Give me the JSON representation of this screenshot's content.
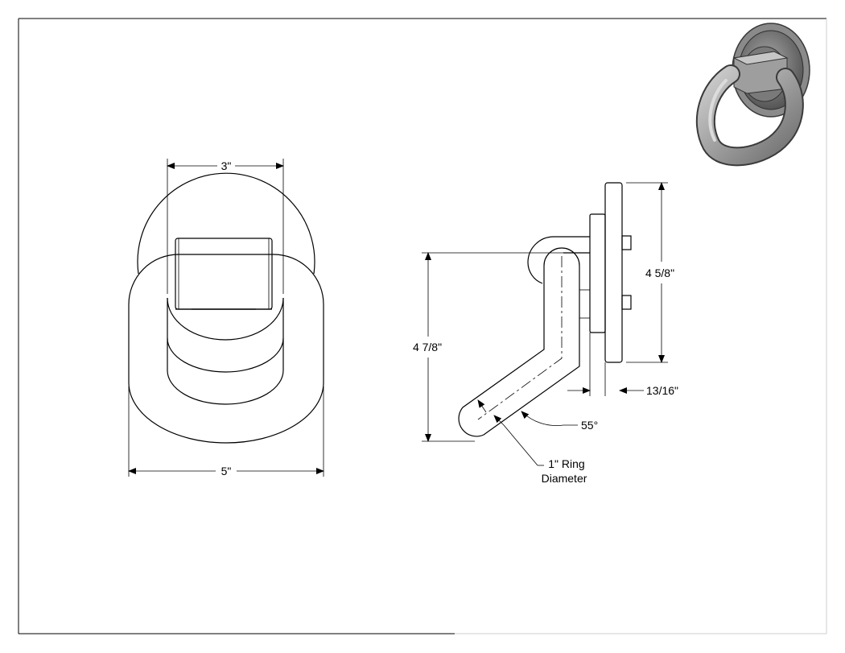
{
  "dimensions": {
    "front_view": {
      "top_width": "3\"",
      "overall_width": "5\""
    },
    "side_view": {
      "ring_height": "4 7/8\"",
      "plate_height": "4 5/8\"",
      "plate_thickness": "13/16\"",
      "bend_angle": "55°",
      "ring_diameter_line1": "1\" Ring",
      "ring_diameter_line2": "Diameter"
    }
  },
  "colors": {
    "line": "#000000",
    "background": "#ffffff",
    "render_metal": "#9a9a9a"
  },
  "icons": {
    "iso_view": "lashing-ring-3d-render"
  }
}
